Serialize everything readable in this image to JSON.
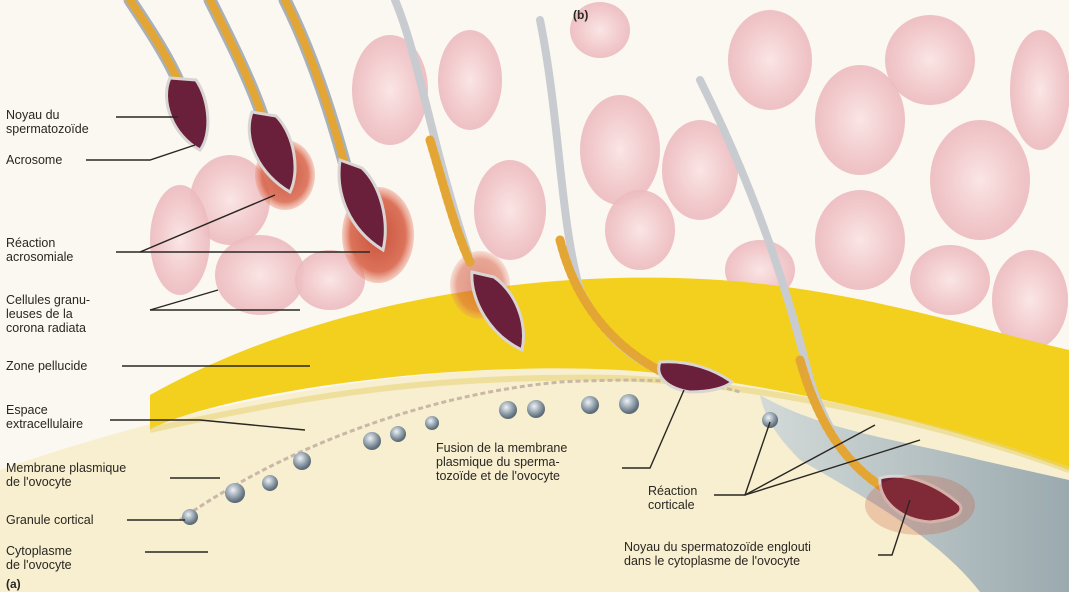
{
  "panel_labels": {
    "a": "(a)",
    "b": "(b)"
  },
  "labels": {
    "noyau": "Noyau du\nspermatozoïde",
    "acrosome": "Acrosome",
    "reaction_acrosomiale": "Réaction\nacrosomiale",
    "cellules": "Cellules granu-\nleuses de la\ncorona radiata",
    "zone": "Zone pellucide",
    "espace": "Espace\nextracellulaire",
    "membrane": "Membrane plasmique\nde l'ovocyte",
    "granule": "Granule cortical",
    "cytoplasme": "Cytoplasme\nde l'ovocyte",
    "fusion": "Fusion de la membrane\nplasmique du sperma-\ntozoïde et de l'ovocyte",
    "reaction_corticale": "Réaction\ncorticale",
    "noyau_englouti": "Noyau du spermatozoïde englouti\ndans le cytoplasme de l'ovocyte"
  },
  "colors": {
    "zone_pellucida": "#f3cf1e",
    "cytoplasm": "#f7efcf",
    "corona_cells": "#f1c9cc",
    "sperm_head": "#6a1f3a",
    "sperm_tail": "#e3a534",
    "acrosome_reaction": "#c84a2e",
    "cortical_reaction": "#8ea3b0"
  }
}
